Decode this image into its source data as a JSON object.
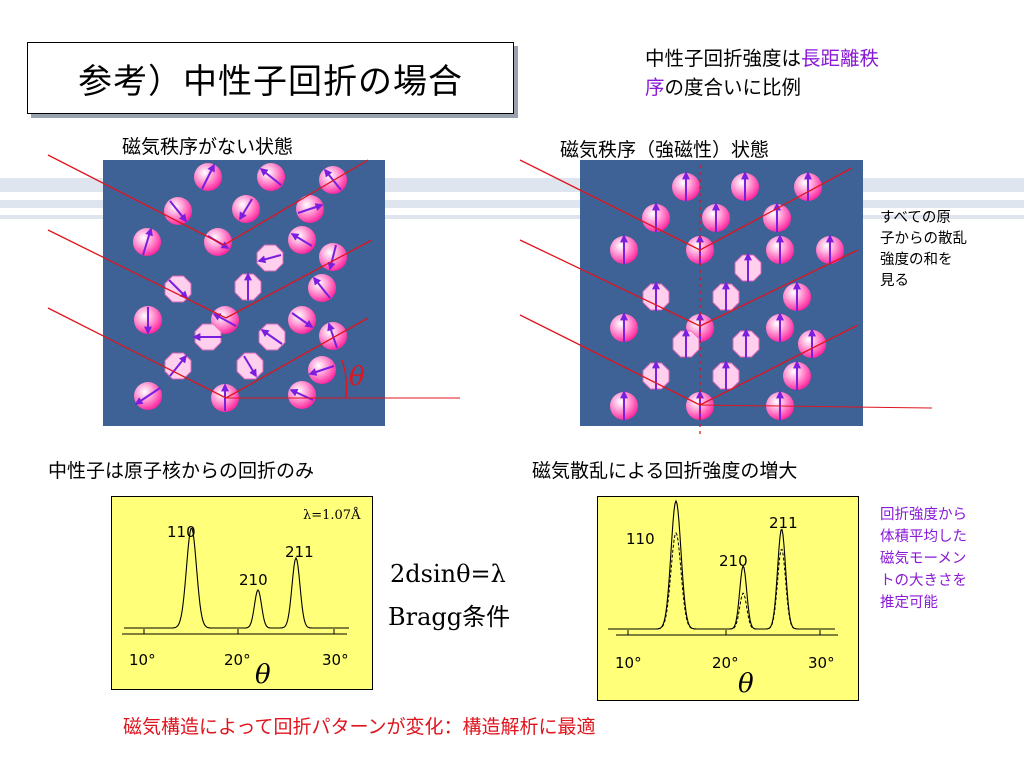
{
  "title": "参考）中性子回折の場合",
  "note_top": {
    "prefix": "中性子回折強度は",
    "highlight_a": "長距離秩",
    "highlight_b": "序",
    "suffix": "の度合いに比例"
  },
  "left_panel_title": "磁気秩序がない状態",
  "right_panel_title": "磁気秩序（強磁性）状態",
  "side_note_right": [
    "すべての原",
    "子からの散乱",
    "強度の和を",
    "見る"
  ],
  "theta_symbol": "θ",
  "left_caption": "中性子は原子核からの回折のみ",
  "right_caption": "磁気散乱による回折強度の増大",
  "bragg_formula": "2dsinθ=λ",
  "bragg_label": "Bragg条件",
  "side_note_plot": [
    "回折強度から",
    "体積平均した",
    "磁気モーメン",
    "トの大きさを",
    "推定可能"
  ],
  "conclusion": "磁気構造によって回折パターンが変化：構造解析に最適",
  "colors": {
    "panel": "#3e6296",
    "ray": "#e0141e",
    "atom": "#ff3aa8",
    "arrow": "#7a1fe0",
    "plot_bg": "#ffff7a",
    "highlight": "#8a1ad6"
  },
  "chart_data": [
    {
      "type": "line",
      "xlabel": "θ",
      "x_ticks": [
        "10°",
        "20°",
        "30°"
      ],
      "annotation": "λ=1.07Å",
      "peaks": [
        {
          "label": "110",
          "x": 15
        },
        {
          "label": "210",
          "x": 22
        },
        {
          "label": "211",
          "x": 26
        }
      ]
    },
    {
      "type": "line",
      "xlabel": "θ",
      "x_ticks": [
        "10°",
        "20°",
        "30°"
      ],
      "peaks": [
        {
          "label": "110",
          "x": 15
        },
        {
          "label": "210",
          "x": 22
        },
        {
          "label": "211",
          "x": 26
        }
      ],
      "series_styles": [
        "solid",
        "dashed"
      ]
    }
  ]
}
